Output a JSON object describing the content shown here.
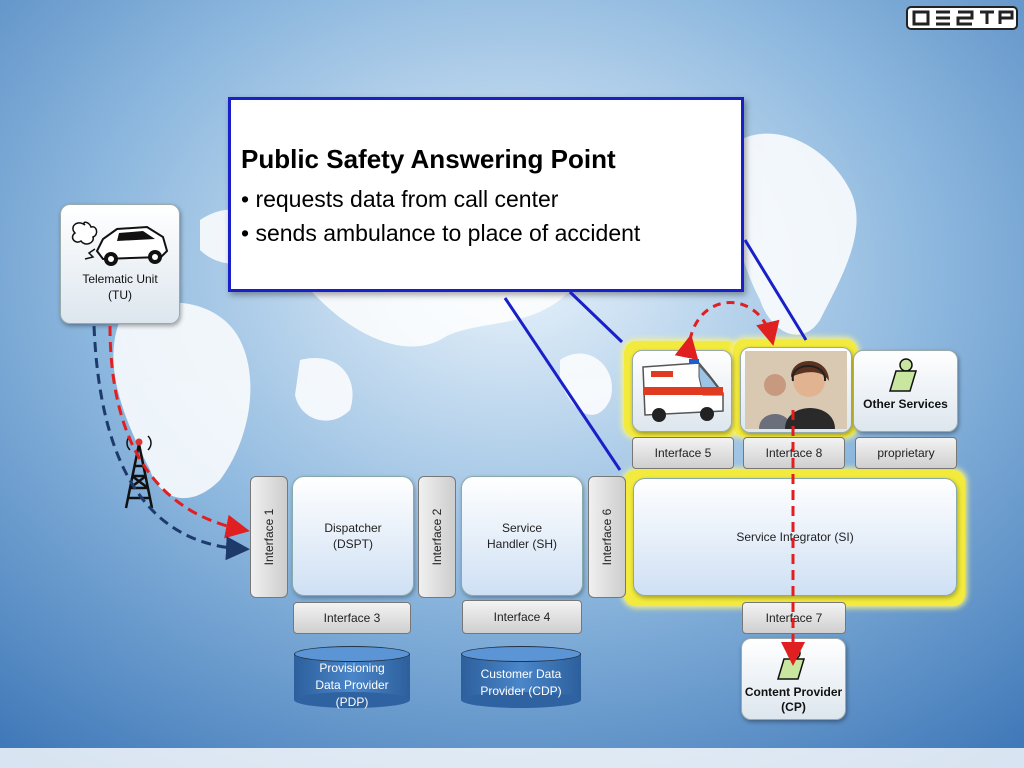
{
  "callout": {
    "title": "Public Safety Answering Point",
    "bullets": [
      "• requests data from call center",
      "• sends ambulance to place of accident"
    ]
  },
  "telematic_unit": {
    "label_line1": "Telematic Unit",
    "label_line2": "(TU)"
  },
  "interfaces": {
    "i1": "Interface 1",
    "i2": "Interface 2",
    "i3": "Interface 3",
    "i4": "Interface 4",
    "i5": "Interface 5",
    "i6": "Interface 6",
    "i7": "Interface 7",
    "i8": "Interface 8",
    "proprietary": "proprietary"
  },
  "components": {
    "dispatcher_line1": "Dispatcher",
    "dispatcher_line2": "(DSPT)",
    "service_handler_line1": "Service",
    "service_handler_line2": "Handler (SH)",
    "service_integrator": "Service Integrator (SI)",
    "pdp_line1": "Provisioning",
    "pdp_line2": "Data Provider",
    "pdp_line3": "(PDP)",
    "cdp_line1": "Customer Data",
    "cdp_line2": "Provider (CDP)",
    "other_services": "Other Services",
    "content_provider_line1": "Content Provider",
    "content_provider_line2": "(CP)"
  },
  "colors": {
    "callout_border": "#1a20c8",
    "highlight": "#f2ea3c",
    "red_dashed": "#e02020",
    "navy_dashed": "#1d3a6a",
    "db": "#2d5f9c"
  },
  "icons": [
    "logo-icon",
    "crashed-car-icon",
    "radio-tower-icon",
    "ambulance-icon",
    "call-center-agent-icon",
    "service-icon",
    "content-icon"
  ]
}
